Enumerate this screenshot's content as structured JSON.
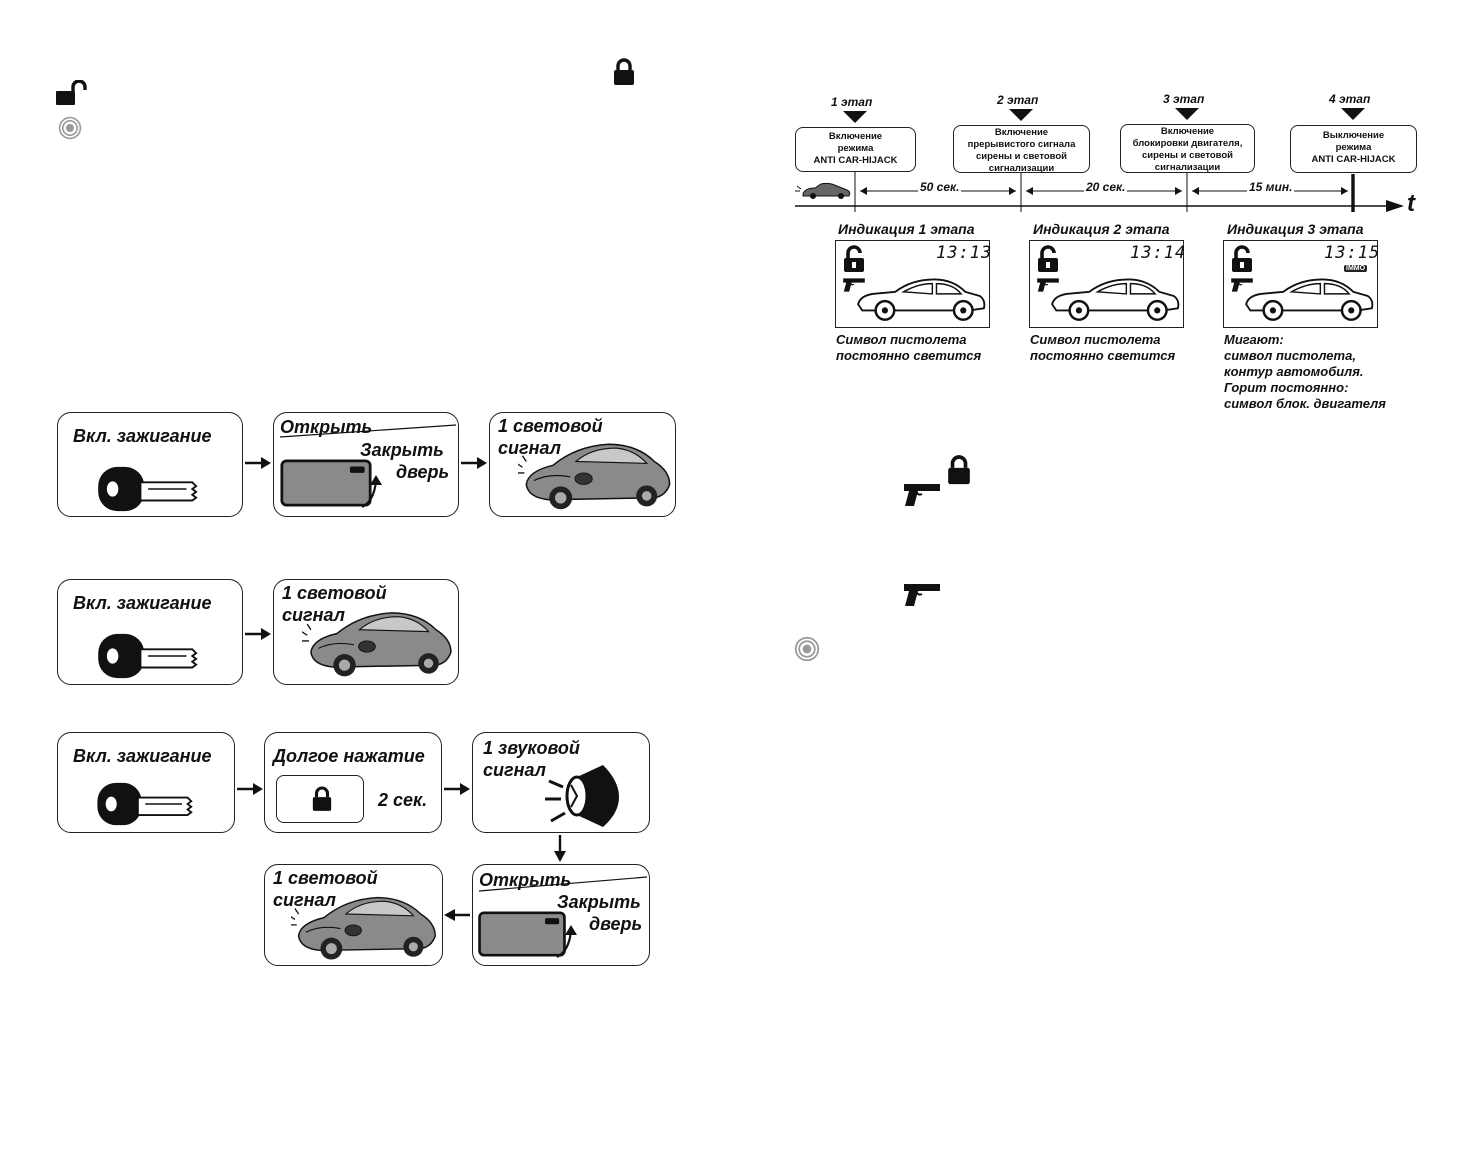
{
  "flow1": {
    "ignition": "Вкл. зажигание",
    "open": "Открыть",
    "close": "Закрыть",
    "door": "дверь",
    "light_line1": "1 световой",
    "light_line2": "сигнал"
  },
  "flow2": {
    "ignition": "Вкл. зажигание",
    "light_line1": "1 световой",
    "light_line2": "сигнал"
  },
  "flow3": {
    "ignition": "Вкл. зажигание",
    "long_press": "Долгое нажатие",
    "seconds": "2 сек.",
    "sound_line1": "1 звуковой",
    "sound_line2": "сигнал",
    "light_line1": "1 световой",
    "light_line2": "сигнал",
    "open": "Открыть",
    "close": "Закрыть",
    "door": "дверь"
  },
  "timeline": {
    "stages": [
      {
        "label": "1 этап",
        "box": "Включение\nрежима\nANTI CAR-HIJACK"
      },
      {
        "label": "2 этап",
        "box": "Включение\nпрерывистого сигнала\nсирены и световой\nсигнализации"
      },
      {
        "label": "3 этап",
        "box": "Включение\nблокировки двигателя,\nсирены и световой\nсигнализации"
      },
      {
        "label": "4 этап",
        "box": "Выключение\nрежима\nANTI CAR-HIJACK"
      }
    ],
    "durations": [
      "50 сек.",
      "20 сек.",
      "15 мин."
    ],
    "axis_label": "t"
  },
  "indications": [
    {
      "title": "Индикация 1 этапа",
      "clock": "13:13",
      "desc": "Символ пистолета\nпостоянно светится"
    },
    {
      "title": "Индикация 2 этапа",
      "clock": "13:14",
      "desc": "Символ пистолета\nпостоянно светится"
    },
    {
      "title": "Индикация 3 этапа",
      "clock": "13:15",
      "immo": "IMMO",
      "desc": "Мигают:\nсимвол пистолета,\nконтур автомобиля.\nГорит постоянно:\nсимвол блок. двигателя"
    }
  ]
}
